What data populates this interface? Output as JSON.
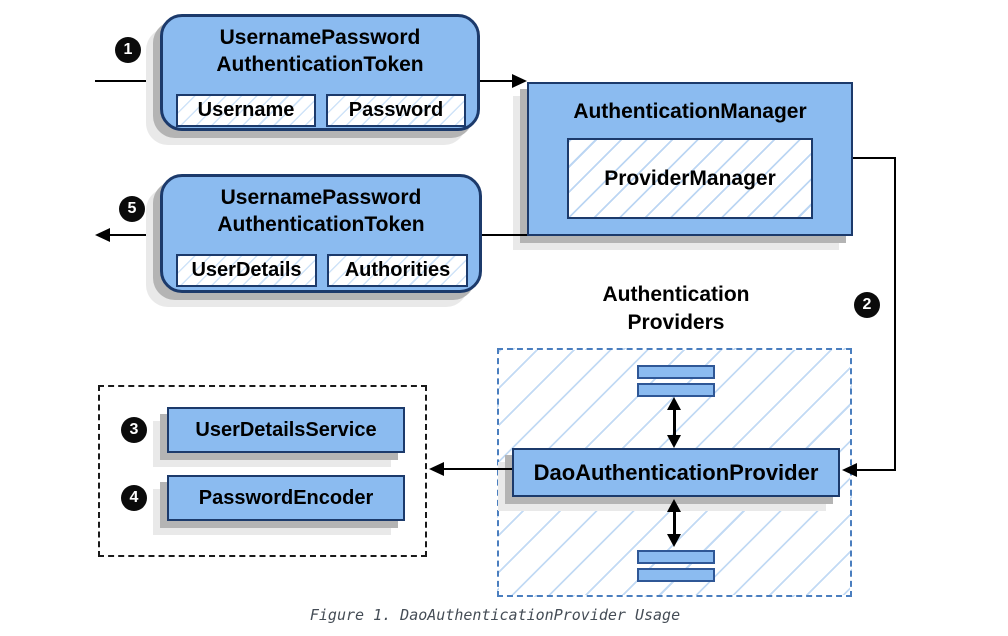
{
  "diagram": {
    "request_token": {
      "title_line1": "UsernamePassword",
      "title_line2": "AuthenticationToken",
      "fields": [
        "Username",
        "Password"
      ]
    },
    "result_token": {
      "title_line1": "UsernamePassword",
      "title_line2": "AuthenticationToken",
      "fields": [
        "UserDetails",
        "Authorities"
      ]
    },
    "authentication_manager": {
      "title": "AuthenticationManager",
      "inner": "ProviderManager"
    },
    "providers_group": {
      "label_line1": "Authentication",
      "label_line2": "Providers",
      "main_provider": "DaoAuthenticationProvider"
    },
    "collaborators": [
      "UserDetailsService",
      "PasswordEncoder"
    ],
    "steps": {
      "s1": "1",
      "s2": "2",
      "s3": "3",
      "s4": "4",
      "s5": "5"
    },
    "caption": "Figure 1. DaoAuthenticationProvider Usage",
    "colors": {
      "node_fill": "#8bbbf0",
      "node_border": "#1c3a6b",
      "hatch_line": "#c2daf4",
      "providers_dash_border": "#4a7ebf",
      "collaborators_dash_border": "#1a1a1a",
      "shadow": "#b4b4b4",
      "badge_bg": "#0b0b0b",
      "caption_color": "#454d56"
    }
  }
}
